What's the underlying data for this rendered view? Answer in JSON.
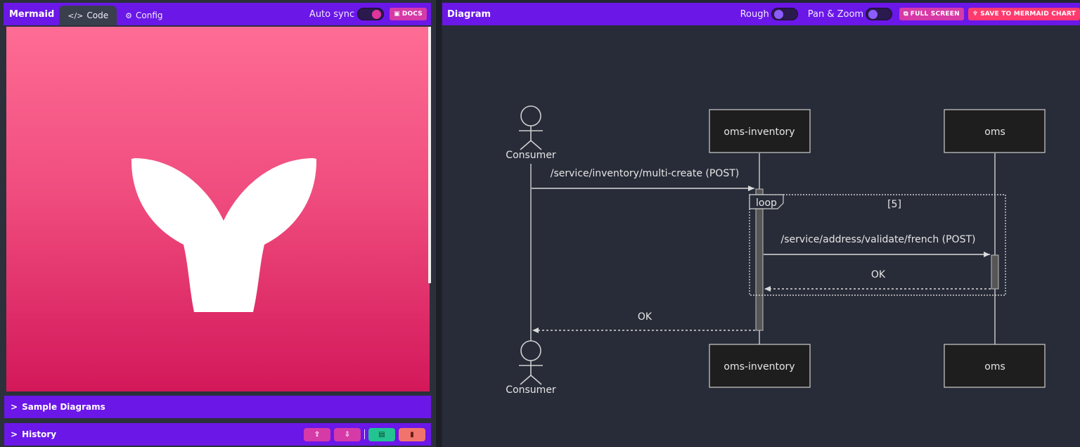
{
  "editor_panel": {
    "brand": "Mermaid",
    "tabs": [
      {
        "label": "Code",
        "icon": "code-icon"
      },
      {
        "label": "Config",
        "icon": "gears-icon"
      }
    ],
    "auto_sync_label": "Auto sync",
    "docs_label": "DOCS"
  },
  "sample_diagrams": {
    "label": "Sample Diagrams"
  },
  "history": {
    "label": "History",
    "buttons": [
      "upload-icon",
      "download-icon",
      "save-icon",
      "trash-icon"
    ]
  },
  "diagram_panel": {
    "title": "Diagram",
    "rough_label": "Rough",
    "pan_zoom_label": "Pan & Zoom",
    "full_screen_label": "FULL SCREEN",
    "save_label": "SAVE TO MERMAID CHART"
  },
  "sequence": {
    "actor": "Consumer",
    "participants": [
      "oms-inventory",
      "oms"
    ],
    "messages": [
      {
        "from": "Consumer",
        "to": "oms-inventory",
        "text": "/service/inventory/multi-create (POST)",
        "style": "solid"
      },
      {
        "from": "oms-inventory",
        "to": "oms",
        "text": "/service/address/validate/french (POST)",
        "style": "solid"
      },
      {
        "from": "oms",
        "to": "oms-inventory",
        "text": "OK",
        "style": "dashed"
      },
      {
        "from": "oms-inventory",
        "to": "Consumer",
        "text": "OK",
        "style": "dashed"
      }
    ],
    "loop": {
      "label": "loop",
      "condition": "[5]"
    }
  },
  "colors": {
    "header_purple": "#6b17e8",
    "toggle_knob_on": "#e0359c",
    "toggle_knob_off": "#8c5cff",
    "docs_pink": "#d63aa7",
    "save_red": "#ff3a6e",
    "green_btn": "#22c491",
    "trash_btn": "#f0746c"
  }
}
